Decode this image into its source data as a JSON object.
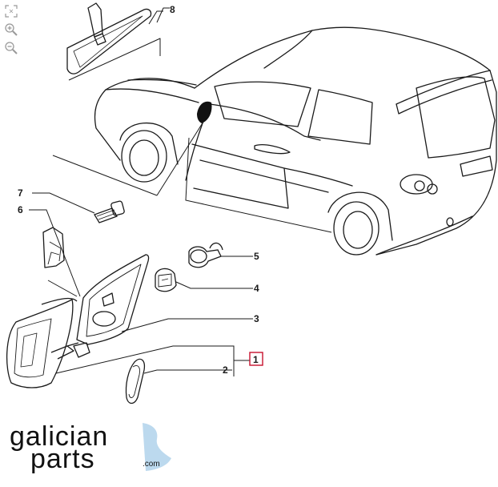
{
  "toolbar": {
    "tools": [
      {
        "icon": "fit-to-screen-icon"
      },
      {
        "icon": "zoom-in-icon"
      },
      {
        "icon": "zoom-out-icon"
      }
    ]
  },
  "diagram": {
    "callouts": {
      "c1": "1",
      "c2": "2",
      "c3": "3",
      "c4": "4",
      "c5": "5",
      "c6": "6",
      "c7": "7",
      "c8": "8"
    },
    "highlight_color": "#c8102e"
  },
  "logo": {
    "line1": "galician",
    "line2": "parts",
    "suffix": ".com",
    "accent_color": "#bcd9ee"
  }
}
